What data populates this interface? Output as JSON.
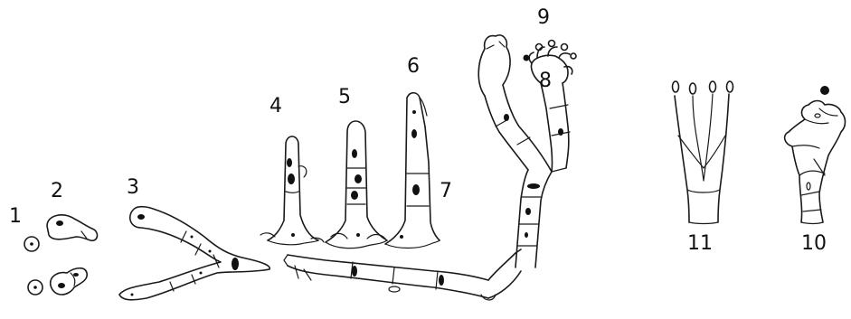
{
  "figure": {
    "labels": {
      "stage1": "1",
      "stage2": "2",
      "stage3": "3",
      "stage4": "4",
      "stage5": "5",
      "stage6": "6",
      "stage7": "7",
      "stage8": "8",
      "stage9": "9",
      "stage10": "10",
      "stage11": "11"
    }
  }
}
